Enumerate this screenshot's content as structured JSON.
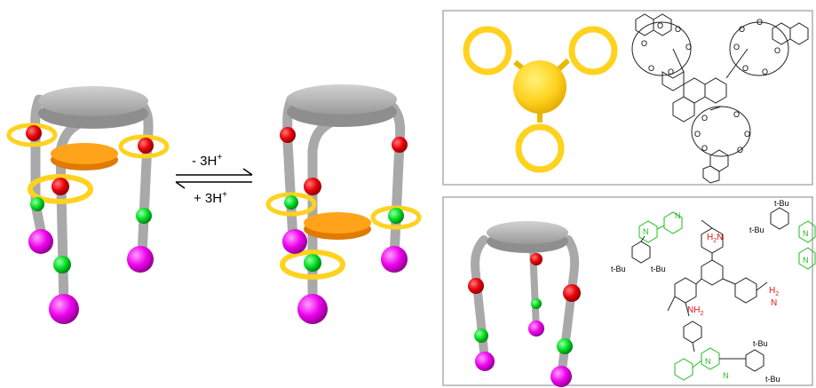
{
  "arrows": {
    "forward_label": "- 3H",
    "forward_sup": "+",
    "reverse_label": "+ 3H",
    "reverse_sup": "+"
  },
  "top_panel": {
    "atom_label": "O"
  },
  "bottom_panel": {
    "tbu": "t-Bu",
    "nh2_n": "N",
    "nh2_h": "H",
    "nh2_sub": "2",
    "nh2_tail": "NH",
    "n_label": "N"
  },
  "colors": {
    "platform": "#b3b3b3",
    "rod": "#c4c4c4",
    "red_station": "#e8000a",
    "green_station": "#00dd22",
    "magenta_stopper": "#ee00ee",
    "ring": "#ffd21f",
    "orange_platform": "#ffa41a",
    "chem_green": "#22bb22",
    "chem_red": "#ee1111"
  }
}
